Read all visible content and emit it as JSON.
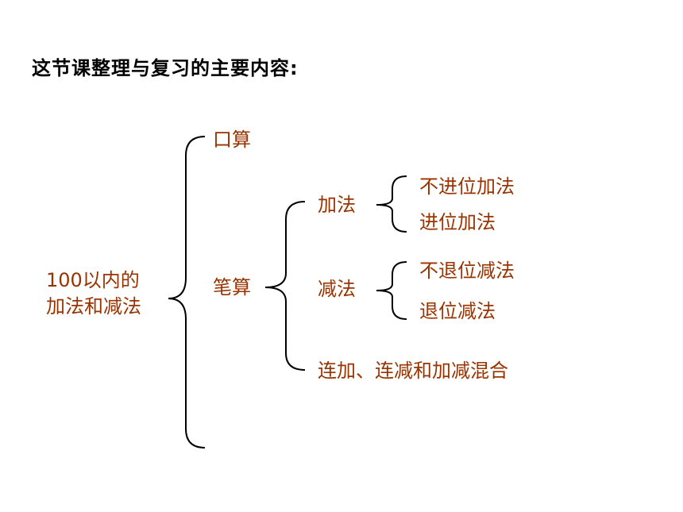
{
  "heading": "这节课整理与复习的主要内容:",
  "root": {
    "line1": "100以内的",
    "line2": "加法和减法"
  },
  "level1": {
    "mental": "口算",
    "written": "笔算"
  },
  "written_branches": {
    "addition": "加法",
    "subtraction": "减法",
    "mixed": "连加、连减和加减混合"
  },
  "addition_leaves": [
    "不进位加法",
    "进位加法"
  ],
  "subtraction_leaves": [
    "不退位减法",
    "退位减法"
  ],
  "colors": {
    "node_text": "#993300",
    "heading_text": "#000000",
    "brace": "#000000"
  }
}
